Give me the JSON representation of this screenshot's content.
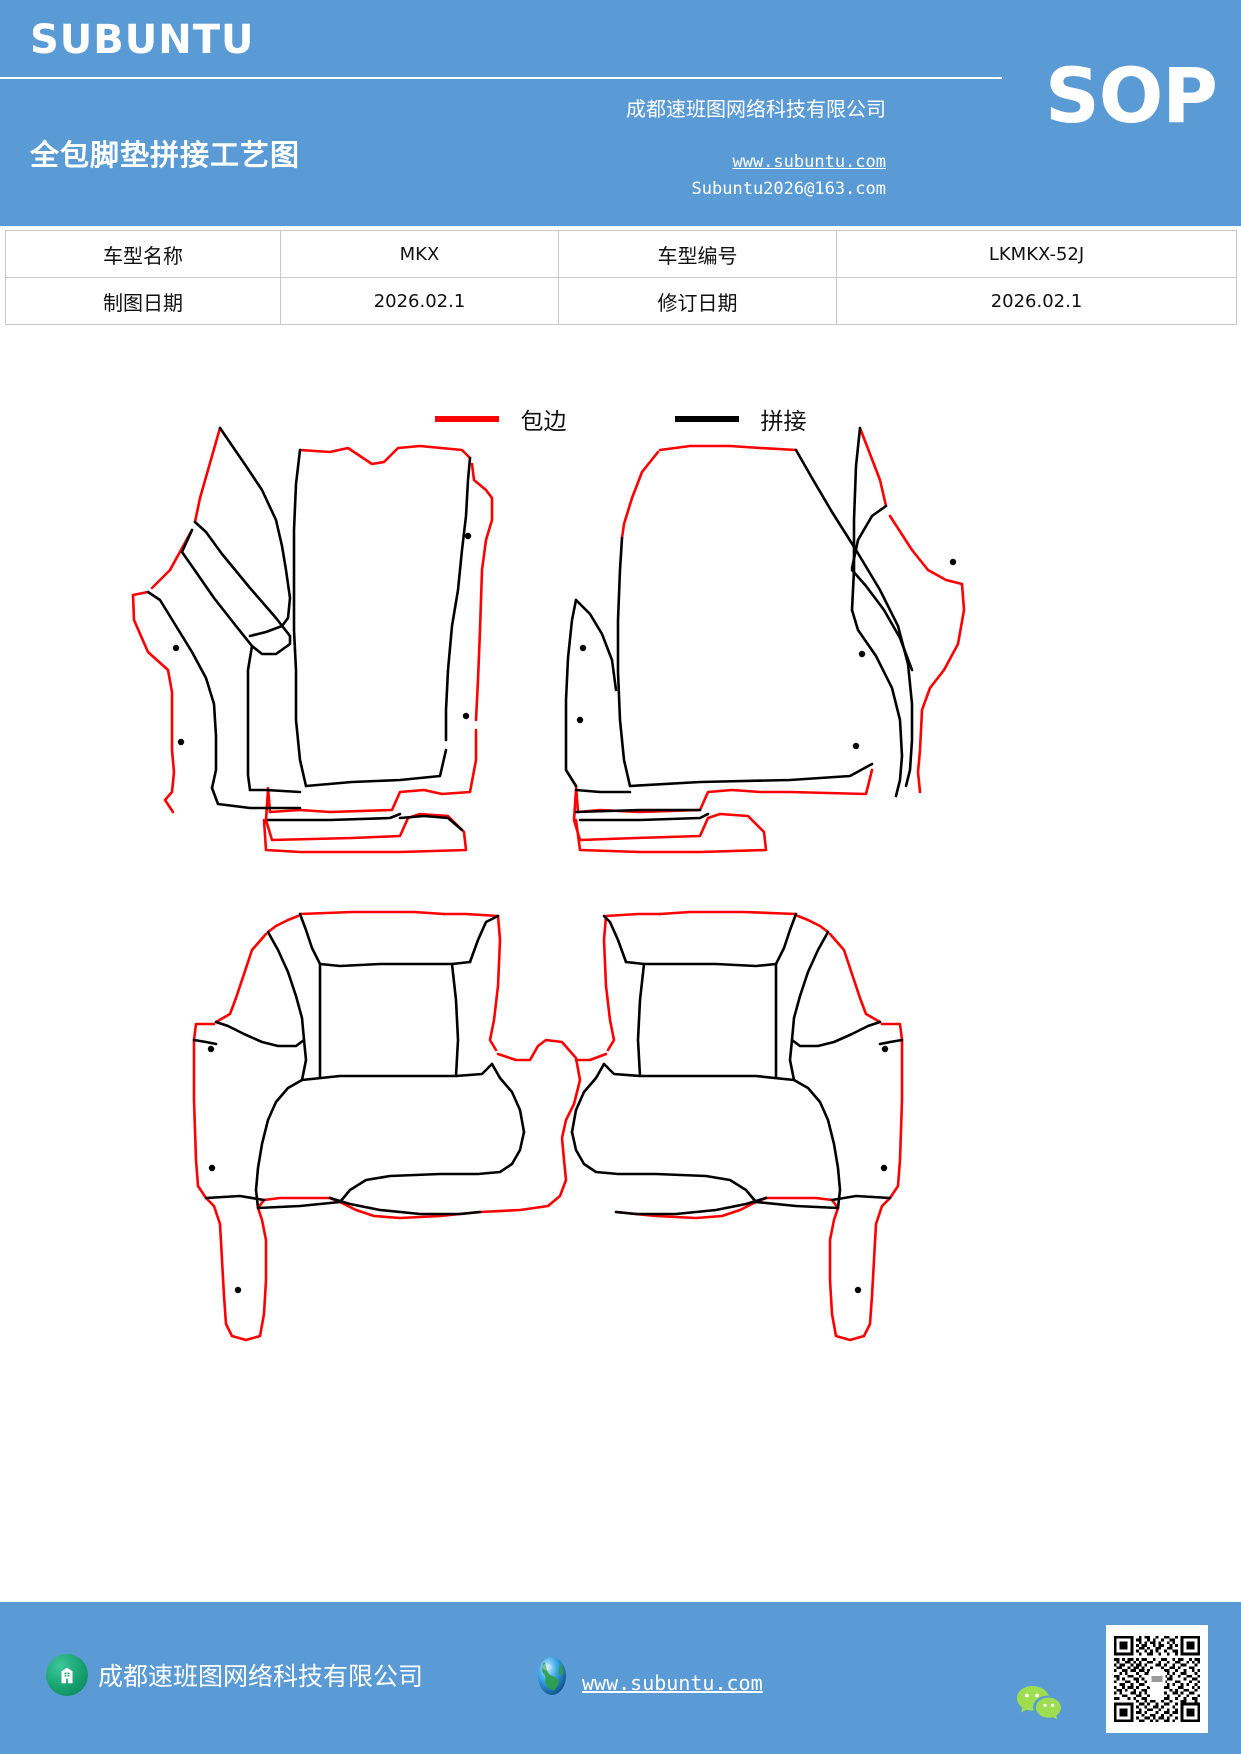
{
  "header": {
    "brand": "SUBUNTU",
    "doc_title": "全包脚垫拼接工艺图",
    "company_cn": "成都速班图网络科技有限公司",
    "website": "www.subuntu.com",
    "email": "Subuntu2026@163.com",
    "badge": "SOP",
    "bg_color": "#5b9bd5"
  },
  "info_table": {
    "rows": [
      {
        "label1": "车型名称",
        "value1": "MKX",
        "label2": "车型编号",
        "value2": "LKMKX-52J"
      },
      {
        "label1": "制图日期",
        "value1": "2026.02.1",
        "label2": "修订日期",
        "value2": "2026.02.1"
      }
    ]
  },
  "legend": {
    "items": [
      {
        "label": "包边",
        "color": "#ff0000",
        "icon": "red-line-swatch"
      },
      {
        "label": "拼接",
        "color": "#000000",
        "icon": "black-line-swatch"
      }
    ]
  },
  "drawing": {
    "description": "全包脚垫拼接工艺图 — 四块汽车脚垫轮廓图（前排左右、后排左右）",
    "edge_color": "#ff0000",
    "seam_color": "#000000"
  },
  "footer": {
    "company_name": "成都速班图网络科技有限公司",
    "website": "www.subuntu.com",
    "building_icon": "building-icon",
    "globe_icon": "globe-icon",
    "wechat_icon": "wechat-icon",
    "qr_icon": "qr-code",
    "bg_color": "#5b9bd5"
  }
}
